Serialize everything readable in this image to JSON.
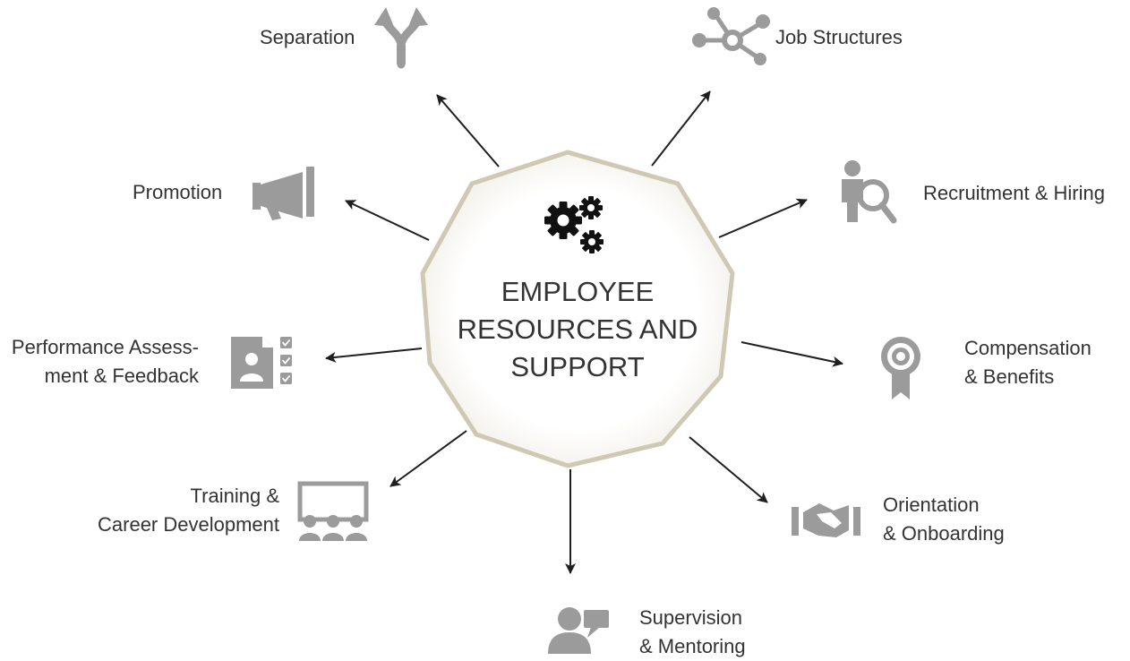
{
  "center": {
    "lines": [
      "EMPLOYEE",
      "RESOURCES AND",
      "SUPPORT"
    ],
    "icon": "gears-icon"
  },
  "colors": {
    "icon_gray": "#9b9b9b",
    "border_tan": "#cfc8b3",
    "arrow": "#1f1f1f",
    "text": "#333333"
  },
  "nodes": {
    "separation": {
      "lines": [
        "Separation"
      ],
      "icon": "split-arrows-icon"
    },
    "job_structures": {
      "lines": [
        "Job Structures"
      ],
      "icon": "network-icon"
    },
    "recruitment": {
      "lines": [
        "Recruitment & Hiring"
      ],
      "icon": "person-search-icon"
    },
    "compensation": {
      "lines": [
        "Compensation",
        "& Benefits"
      ],
      "icon": "award-ribbon-icon"
    },
    "orientation": {
      "lines": [
        "Orientation",
        "& Onboarding"
      ],
      "icon": "handshake-icon"
    },
    "supervision": {
      "lines": [
        "Supervision",
        "& Mentoring"
      ],
      "icon": "person-chat-icon"
    },
    "training": {
      "lines": [
        "Training &",
        "Career Development"
      ],
      "icon": "classroom-icon"
    },
    "performance": {
      "lines": [
        "Performance Assess-",
        "ment & Feedback"
      ],
      "icon": "checklist-profile-icon"
    },
    "promotion": {
      "lines": [
        "Promotion"
      ],
      "icon": "megaphone-icon"
    }
  }
}
